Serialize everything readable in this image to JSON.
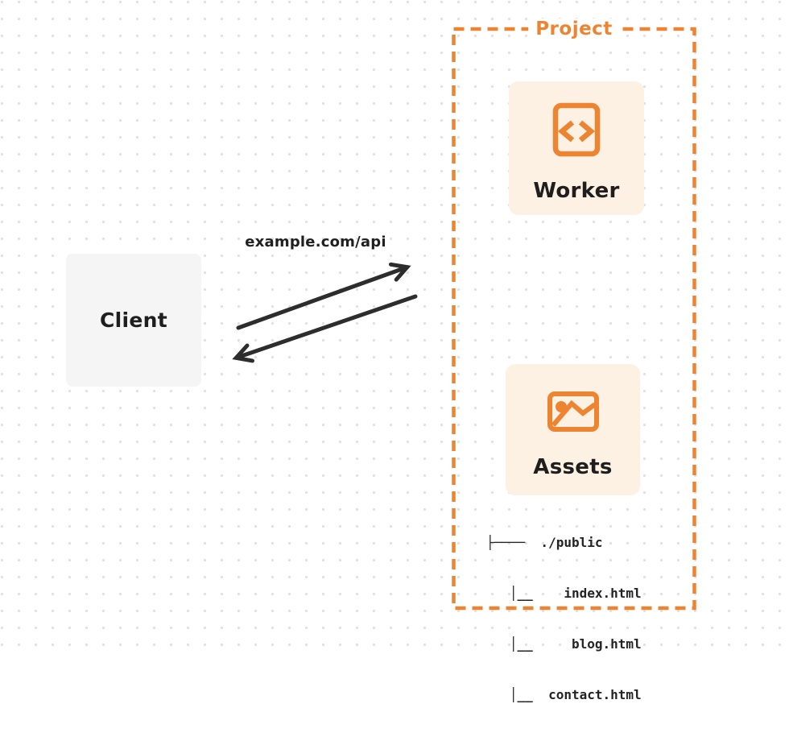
{
  "diagram": {
    "client": {
      "label": "Client"
    },
    "request": {
      "url_label": "example.com/api"
    },
    "project": {
      "label": "Project",
      "worker": {
        "label": "Worker",
        "icon": "code-file-icon"
      },
      "assets": {
        "label": "Assets",
        "icon": "image-icon"
      },
      "file_tree": {
        "lines": [
          "├────  ./public",
          "   │__    index.html",
          "   │__     blog.html",
          "   │__  contact.html"
        ]
      }
    },
    "colors": {
      "accent_orange": "#ed8431",
      "node_background": "#fcf1e3",
      "client_background": "#f5f5f6",
      "arrow": "#2d2d2d",
      "text_dark": "#1e1e1e",
      "grid_dot": "#e1e1e1"
    }
  }
}
